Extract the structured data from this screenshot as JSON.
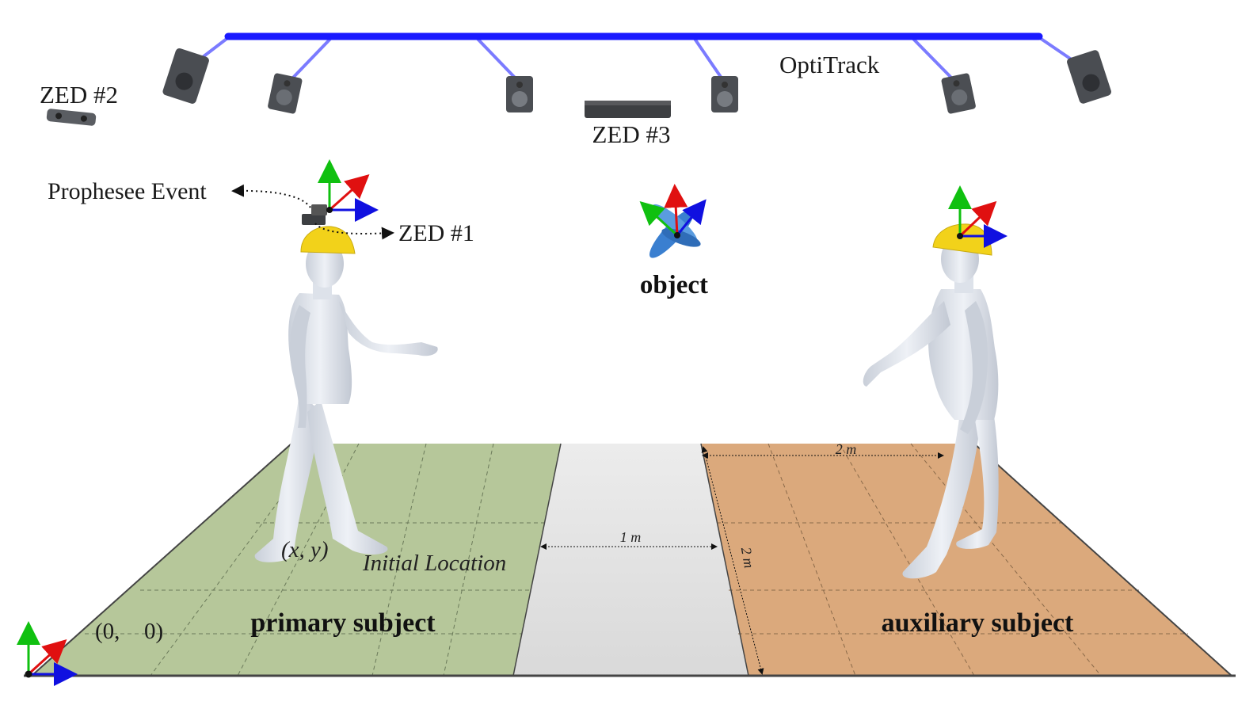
{
  "labels": {
    "zed2": "ZED #2",
    "zed3": "ZED #3",
    "optitrack": "OptiTrack",
    "prophesee": "Prophesee Event",
    "zed1": "ZED #1",
    "object": "object",
    "xy": "(x, y)",
    "initial_location": "Initial Location",
    "origin_x": "(0,",
    "origin_y": "0)",
    "primary_subject": "primary subject",
    "auxiliary_subject": "auxiliary subject",
    "dim_2m_top": "2 m",
    "dim_1m": "1 m",
    "dim_2m_side": "2 m"
  },
  "colors": {
    "rig": "#1a1aff",
    "mount": "#7b7bff",
    "green_floor": "#b6c79a",
    "gray_floor": "#e3e3e3",
    "orange_floor": "#dba97c",
    "axis_x": "#e01010",
    "axis_y": "#10c010",
    "axis_z": "#1010e0",
    "body": "#dfe4ec",
    "helmet": "#f2d21a",
    "object_blue": "#3a7fd0"
  }
}
